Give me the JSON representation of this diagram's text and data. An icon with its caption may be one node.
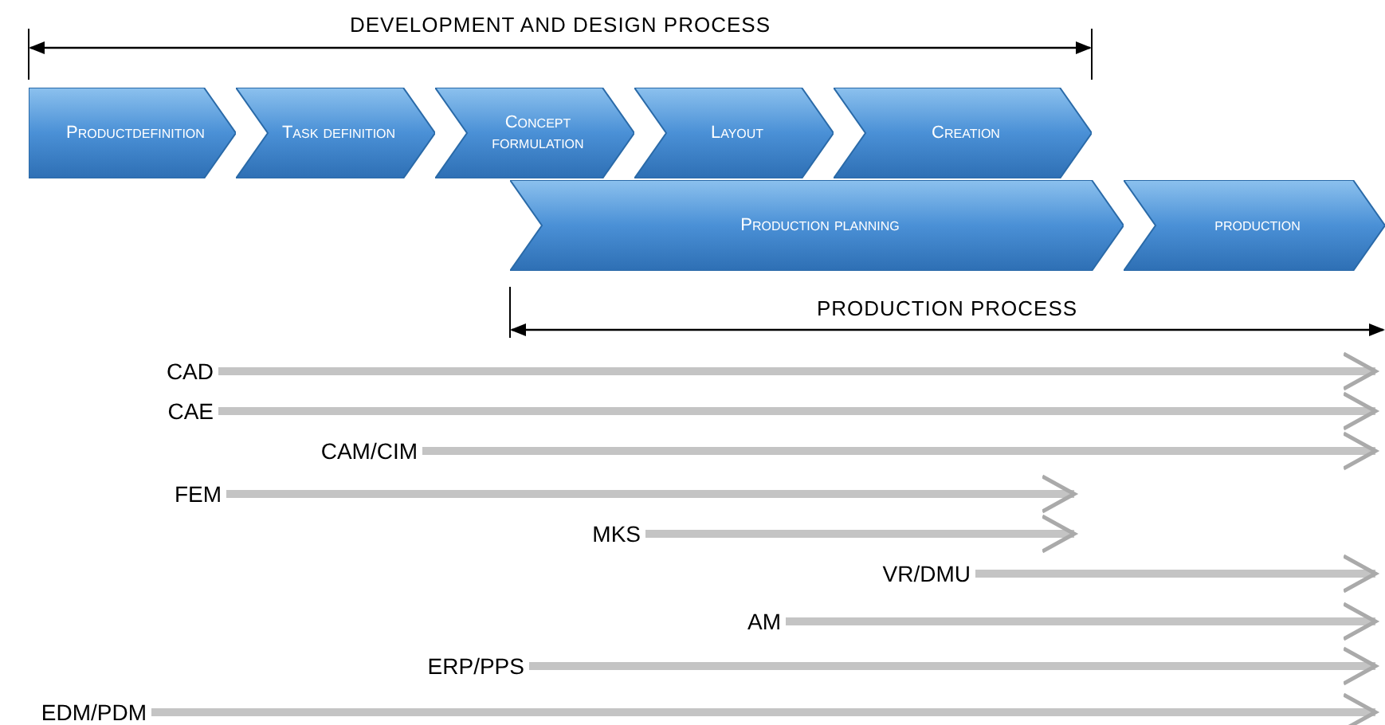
{
  "diagram": {
    "nodes": [
      {
        "text": [
          "Productdefinition"
        ]
      },
      {
        "text": [
          "Task definition"
        ]
      },
      {
        "text": [
          "Concept formulation"
        ]
      },
      {
        "text": [
          "Layout"
        ]
      },
      {
        "text": [
          "Creation"
        ]
      },
      {
        "text": [
          "Production planning"
        ]
      },
      {
        "text": [
          "production"
        ]
      },
      {
        "text": [
          "CAD"
        ]
      },
      {
        "text": [
          "CAE"
        ]
      },
      {
        "text": [
          "CAM/CIM"
        ]
      },
      {
        "text": [
          "FEM"
        ]
      },
      {
        "text": [
          "MKS"
        ]
      },
      {
        "text": [
          "VR/DMU"
        ]
      },
      {
        "text": [
          "AM"
        ]
      },
      {
        "text": [
          "ERP/PPS"
        ]
      },
      {
        "text": [
          "EDM/PDM"
        ]
      }
    ],
    "edges": [
      {
        "from": 7,
        "to": null,
        "arrow": "to"
      },
      {
        "from": 8,
        "to": null,
        "arrow": "to"
      },
      {
        "from": 9,
        "to": null,
        "arrow": "to"
      },
      {
        "from": 10,
        "to": null,
        "arrow": "to"
      },
      {
        "from": 11,
        "to": null,
        "arrow": "to"
      },
      {
        "from": 12,
        "to": null,
        "arrow": "to"
      },
      {
        "from": 13,
        "to": null,
        "arrow": "to"
      },
      {
        "from": 14,
        "to": null,
        "arrow": "to"
      },
      {
        "from": 15,
        "to": null,
        "arrow": "to"
      }
    ],
    "labels": [
      "DEVELOPMENT AND DESIGN PROCESS",
      "PRODUCTION PROCESS"
    ]
  }
}
